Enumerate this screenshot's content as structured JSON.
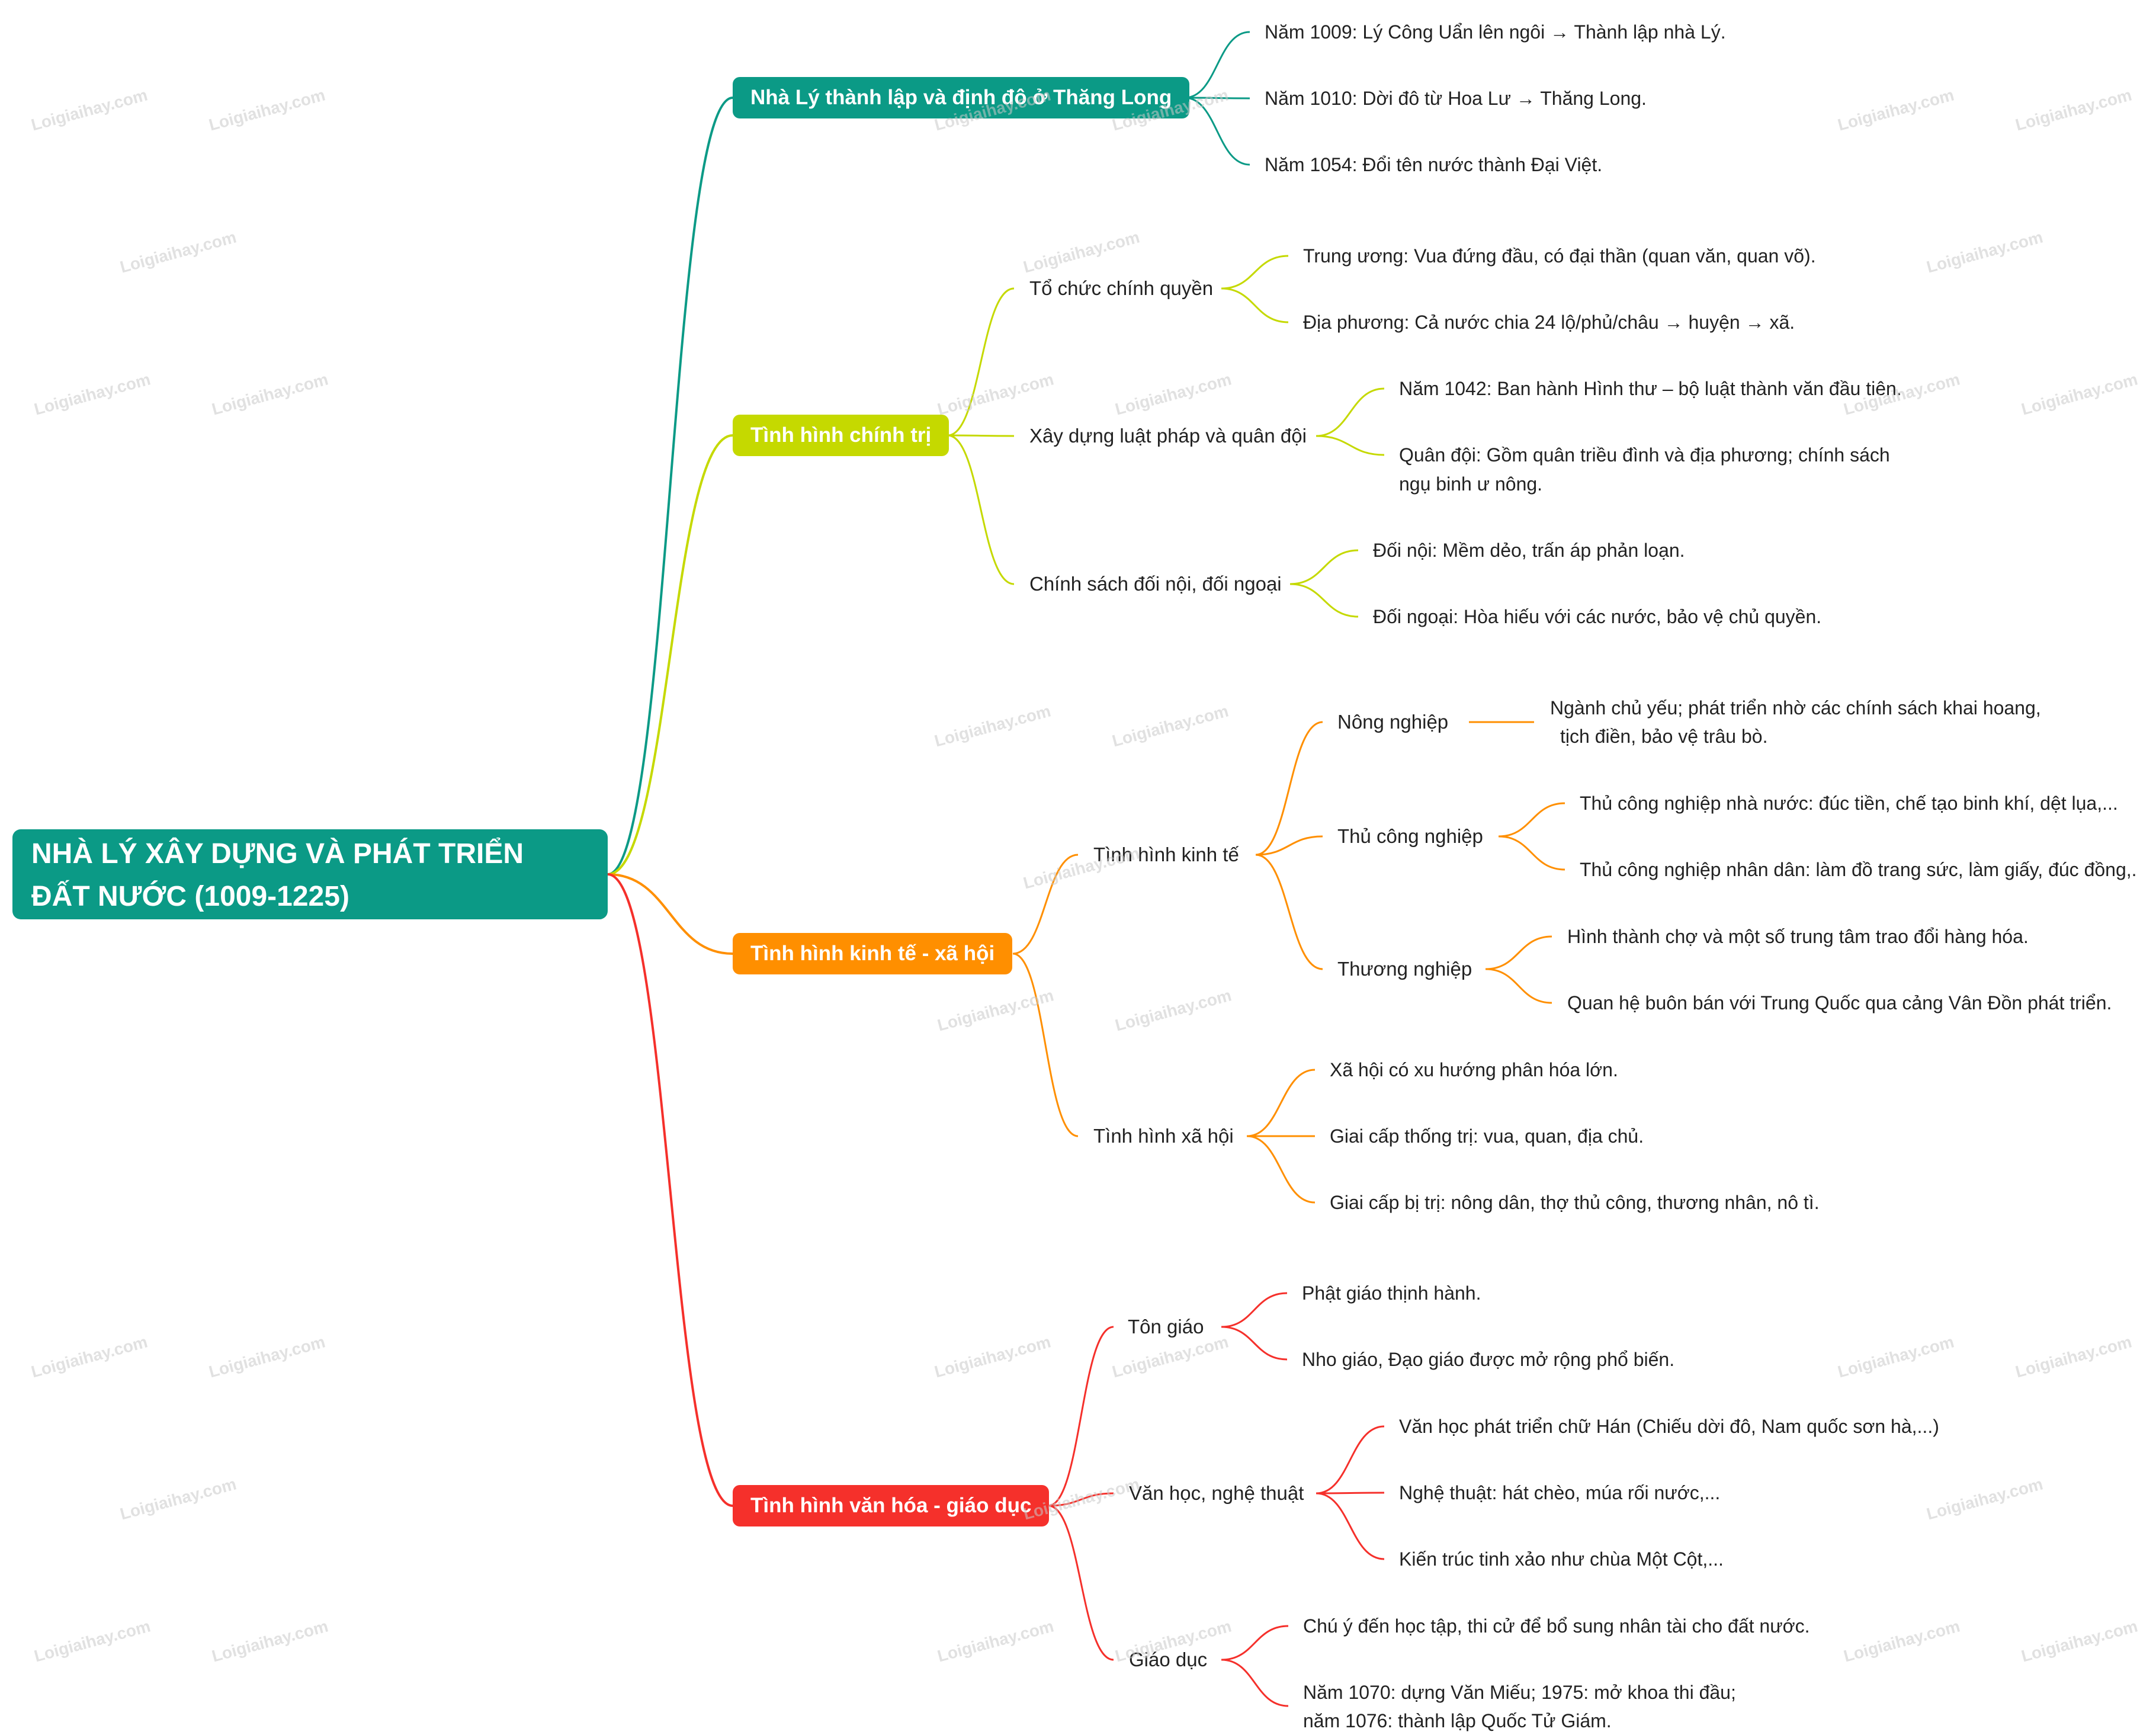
{
  "root": {
    "line1": "NHÀ LÝ XÂY DỰNG VÀ PHÁT TRIỂN",
    "line2": "ĐẤT NƯỚC (1009-1225)",
    "color": "#0b9a86"
  },
  "branches": [
    {
      "label": "Nhà Lý thành lập và định đô ở Thăng Long",
      "color": "#0b9a86",
      "line_color": "#0b9a86",
      "leaves": [
        "Năm 1009: Lý Công Uẩn lên ngôi → Thành lập nhà Lý.",
        "Năm 1010: Dời đô từ Hoa Lư → Thăng Long.",
        "Năm 1054: Đổi tên nước thành Đại Việt."
      ]
    },
    {
      "label": "Tình hình chính trị",
      "color": "#c5d900",
      "line_color": "#c5d900",
      "topics": [
        {
          "label": "Tổ chức chính quyền",
          "leaves": [
            "Trung ương: Vua đứng đầu, có đại thần (quan văn, quan võ).",
            "Địa phương: Cả nước chia 24 lộ/phủ/châu → huyện → xã."
          ]
        },
        {
          "label": "Xây dựng luật pháp và quân đội",
          "leaves": [
            "Năm 1042: Ban hành Hình thư – bộ luật thành văn đầu tiên.",
            "Quân đội: Gồm quân triều đình và địa phương; chính sách",
            "ngụ binh ư nông."
          ]
        },
        {
          "label": "Chính sách đối nội, đối ngoại",
          "leaves": [
            "Đối nội: Mềm dẻo, trấn áp phản loạn.",
            "Đối ngoại: Hòa hiếu với các nước, bảo vệ chủ quyền."
          ]
        }
      ]
    },
    {
      "label": "Tình hình kinh tế - xã hội",
      "color": "#ff8f00",
      "line_color": "#ff8f00",
      "topics": [
        {
          "label": "Tình hình kinh tế",
          "sub": [
            {
              "label": "Nông nghiệp",
              "leaves": [
                "Ngành chủ yếu; phát triển nhờ các chính sách khai hoang,",
                "tịch điền, bảo vệ trâu bò."
              ]
            },
            {
              "label": "Thủ công nghiệp",
              "leaves": [
                "Thủ công nghiệp nhà nước: đúc tiền, chế tạo binh khí, dệt lụa,...",
                "Thủ công nghiệp nhân dân: làm đồ trang sức, làm giấy, đúc đồng,."
              ]
            },
            {
              "label": "Thương nghiệp",
              "leaves": [
                "Hình thành chợ và một số trung tâm trao đổi hàng hóa.",
                "Quan hệ buôn bán với Trung Quốc qua cảng Vân Đồn phát triển."
              ]
            }
          ]
        },
        {
          "label": "Tình hình xã hội",
          "leaves": [
            "Xã hội có xu hướng phân hóa lớn.",
            "Giai cấp thống trị: vua, quan, địa chủ.",
            "Giai cấp bị trị: nông dân, thợ thủ công, thương nhân, nô tì."
          ]
        }
      ]
    },
    {
      "label": "Tình hình văn hóa - giáo dục",
      "color": "#f5302b",
      "line_color": "#f5302b",
      "topics": [
        {
          "label": "Tôn giáo",
          "leaves": [
            "Phật giáo thịnh hành.",
            "Nho giáo, Đạo giáo được mở rộng phổ biến."
          ]
        },
        {
          "label": "Văn học, nghệ thuật",
          "leaves": [
            "Văn học phát triển chữ Hán (Chiếu dời đô, Nam quốc sơn hà,...)",
            "Nghệ thuật: hát chèo, múa rối nước,...",
            "Kiến trúc tinh xảo như chùa Một Cột,..."
          ]
        },
        {
          "label": "Giáo dục",
          "leaves": [
            "Chú ý đến học tập, thi cử để bổ sung nhân tài cho đất nước.",
            "Năm 1070: dựng Văn Miếu; 1975: mở khoa thi đầu;",
            "năm 1076: thành lập Quốc Tử Giám."
          ]
        }
      ]
    }
  ],
  "watermark": "Loigiaihay.com"
}
